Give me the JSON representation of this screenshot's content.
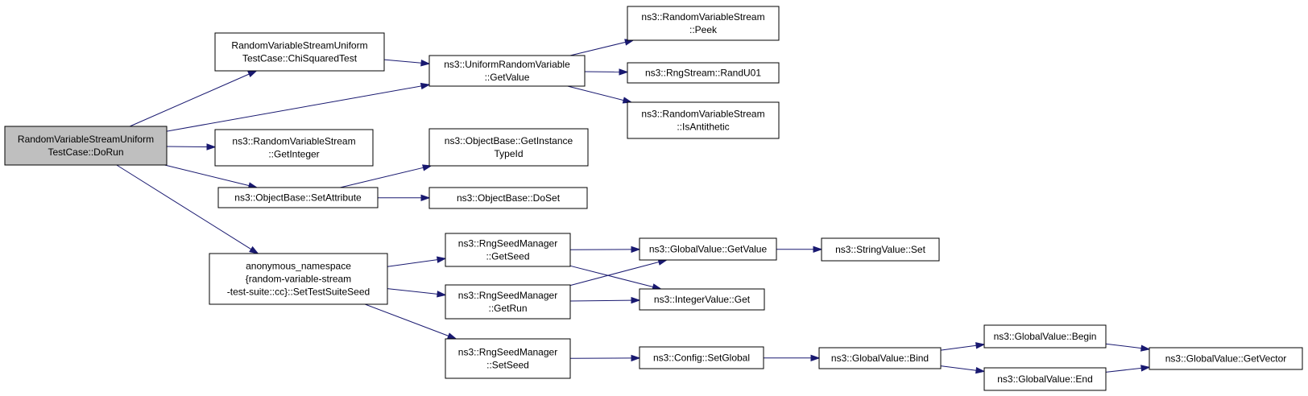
{
  "diagram": {
    "nodes": [
      {
        "id": "doRun",
        "lines": [
          "RandomVariableStreamUniform",
          "TestCase::DoRun"
        ],
        "root": true
      },
      {
        "id": "chiSquared",
        "lines": [
          "RandomVariableStreamUniform",
          "TestCase::ChiSquaredTest"
        ]
      },
      {
        "id": "uniformGetValue",
        "lines": [
          "ns3::UniformRandomVariable",
          "::GetValue"
        ]
      },
      {
        "id": "peek",
        "lines": [
          "ns3::RandomVariableStream",
          "::Peek"
        ]
      },
      {
        "id": "randU01",
        "lines": [
          "ns3::RngStream::RandU01"
        ]
      },
      {
        "id": "isAntithetic",
        "lines": [
          "ns3::RandomVariableStream",
          "::IsAntithetic"
        ]
      },
      {
        "id": "getInteger",
        "lines": [
          "ns3::RandomVariableStream",
          "::GetInteger"
        ]
      },
      {
        "id": "getInstanceTypeId",
        "lines": [
          "ns3::ObjectBase::GetInstance",
          "TypeId"
        ]
      },
      {
        "id": "setAttribute",
        "lines": [
          "ns3::ObjectBase::SetAttribute"
        ]
      },
      {
        "id": "doSet",
        "lines": [
          "ns3::ObjectBase::DoSet"
        ]
      },
      {
        "id": "setTestSuiteSeed",
        "lines": [
          "anonymous_namespace",
          "{random-variable-stream",
          "-test-suite::cc}::SetTestSuiteSeed"
        ]
      },
      {
        "id": "getSeed",
        "lines": [
          "ns3::RngSeedManager",
          "::GetSeed"
        ]
      },
      {
        "id": "getRun",
        "lines": [
          "ns3::RngSeedManager",
          "::GetRun"
        ]
      },
      {
        "id": "setSeed",
        "lines": [
          "ns3::RngSeedManager",
          "::SetSeed"
        ]
      },
      {
        "id": "globalGetValue",
        "lines": [
          "ns3::GlobalValue::GetValue"
        ]
      },
      {
        "id": "integerGet",
        "lines": [
          "ns3::IntegerValue::Get"
        ]
      },
      {
        "id": "stringSet",
        "lines": [
          "ns3::StringValue::Set"
        ]
      },
      {
        "id": "configSetGlobal",
        "lines": [
          "ns3::Config::SetGlobal"
        ]
      },
      {
        "id": "globalBind",
        "lines": [
          "ns3::GlobalValue::Bind"
        ]
      },
      {
        "id": "globalBegin",
        "lines": [
          "ns3::GlobalValue::Begin"
        ]
      },
      {
        "id": "globalEnd",
        "lines": [
          "ns3::GlobalValue::End"
        ]
      },
      {
        "id": "globalGetVector",
        "lines": [
          "ns3::GlobalValue::GetVector"
        ]
      }
    ],
    "edges": [
      {
        "from": "doRun",
        "to": "chiSquared"
      },
      {
        "from": "doRun",
        "to": "uniformGetValue"
      },
      {
        "from": "doRun",
        "to": "getInteger"
      },
      {
        "from": "doRun",
        "to": "setAttribute"
      },
      {
        "from": "doRun",
        "to": "setTestSuiteSeed"
      },
      {
        "from": "chiSquared",
        "to": "uniformGetValue"
      },
      {
        "from": "uniformGetValue",
        "to": "peek"
      },
      {
        "from": "uniformGetValue",
        "to": "randU01"
      },
      {
        "from": "uniformGetValue",
        "to": "isAntithetic"
      },
      {
        "from": "setAttribute",
        "to": "getInstanceTypeId"
      },
      {
        "from": "setAttribute",
        "to": "doSet"
      },
      {
        "from": "setTestSuiteSeed",
        "to": "getSeed"
      },
      {
        "from": "setTestSuiteSeed",
        "to": "getRun"
      },
      {
        "from": "setTestSuiteSeed",
        "to": "setSeed"
      },
      {
        "from": "getSeed",
        "to": "globalGetValue"
      },
      {
        "from": "getSeed",
        "to": "integerGet"
      },
      {
        "from": "getRun",
        "to": "globalGetValue"
      },
      {
        "from": "getRun",
        "to": "integerGet"
      },
      {
        "from": "setSeed",
        "to": "configSetGlobal"
      },
      {
        "from": "globalGetValue",
        "to": "stringSet"
      },
      {
        "from": "configSetGlobal",
        "to": "globalBind"
      },
      {
        "from": "globalBind",
        "to": "globalBegin"
      },
      {
        "from": "globalBind",
        "to": "globalEnd"
      },
      {
        "from": "globalBegin",
        "to": "globalGetVector"
      },
      {
        "from": "globalEnd",
        "to": "globalGetVector"
      }
    ],
    "colors": {
      "edge": "#191970",
      "root_fill": "#bfbfbf",
      "node_fill": "#ffffff",
      "node_stroke": "#000000"
    }
  }
}
